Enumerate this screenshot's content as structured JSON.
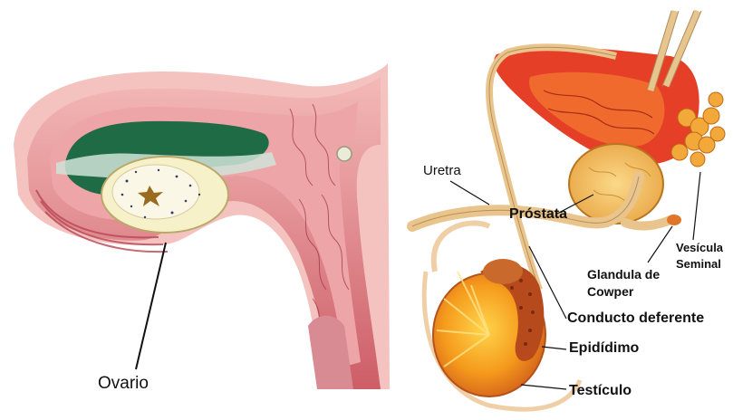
{
  "left_panel": {
    "labels": {
      "ovario": "Ovario"
    }
  },
  "right_panel": {
    "labels": {
      "uretra": "Uretra",
      "prostata": "Próstata",
      "vesicula_line1": "Vesícula",
      "vesicula_line2": "Seminal",
      "glandula_line1": "Glandula de",
      "glandula_line2": "Cowper",
      "conducto": "Conducto deferente",
      "epididimo": "Epidídimo",
      "testiculo": "Testículo"
    }
  },
  "colors": {
    "tissue_pink": "#d9707a",
    "tissue_light": "#f0b3b3",
    "cavity_green": "#1f6b45",
    "ovary_cream": "#f6f1c8",
    "duct_beige": "#e9c48c",
    "orange": "#f29a2e",
    "red": "#e0402a"
  }
}
